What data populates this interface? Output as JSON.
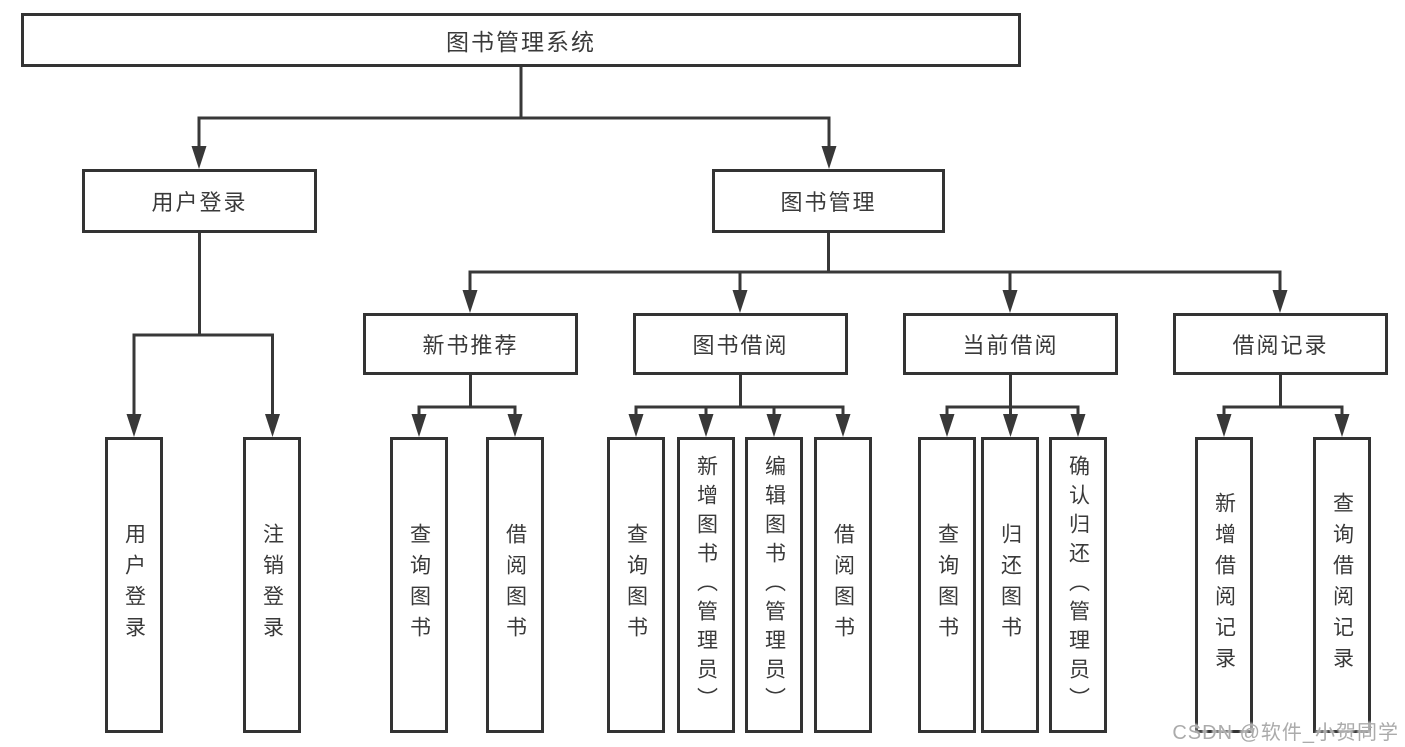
{
  "tree": {
    "root": {
      "label": "图书管理系统"
    },
    "branches": [
      {
        "label": "用户登录",
        "children": [
          {
            "label": "用户登录"
          },
          {
            "label": "注销登录"
          }
        ]
      },
      {
        "label": "图书管理",
        "children": [
          {
            "label": "新书推荐",
            "children": [
              {
                "label": "查询图书"
              },
              {
                "label": "借阅图书"
              }
            ]
          },
          {
            "label": "图书借阅",
            "children": [
              {
                "label": "查询图书"
              },
              {
                "label": "新增图书（管理员）"
              },
              {
                "label": "编辑图书（管理员）"
              },
              {
                "label": "借阅图书"
              }
            ]
          },
          {
            "label": "当前借阅",
            "children": [
              {
                "label": "查询图书"
              },
              {
                "label": "归还图书"
              },
              {
                "label": "确认归还（管理员）"
              }
            ]
          },
          {
            "label": "借阅记录",
            "children": [
              {
                "label": "新增借阅记录"
              },
              {
                "label": "查询借阅记录"
              }
            ]
          }
        ]
      }
    ]
  },
  "watermark": {
    "text": "CSDN @软件_小贺同学"
  },
  "colors": {
    "line": "#383838",
    "box_border": "#333333",
    "text": "#3a3a3a",
    "watermark": "#ababab",
    "background": "#ffffff"
  }
}
